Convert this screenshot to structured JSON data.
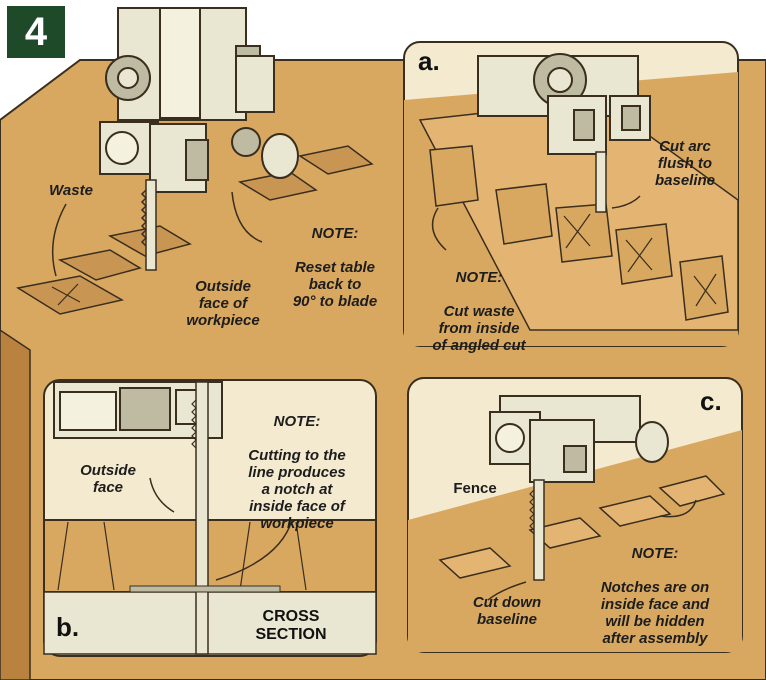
{
  "step": "4",
  "panels": {
    "a": {
      "letter": "a."
    },
    "b": {
      "letter": "b."
    },
    "c": {
      "letter": "c."
    }
  },
  "labels": {
    "waste": "Waste",
    "outside_face_workpiece": "Outside\nface of\nworkpiece",
    "reset_note_title": "NOTE:",
    "reset_note_body": "Reset table\nback to\n90° to blade",
    "cut_arc": "Cut arc\nflush to\nbaseline",
    "cut_waste_note_title": "NOTE:",
    "cut_waste_note_body": "Cut waste\nfrom inside\nof angled cut",
    "outside_face": "Outside\nface",
    "cutting_note_title": "NOTE:",
    "cutting_note_body": "Cutting to the\nline produces\na notch at\ninside face of\nworkpiece",
    "cross_section": "CROSS\nSECTION",
    "fence": "Fence",
    "notches_note_title": "NOTE:",
    "notches_note_body": "Notches are on\ninside face and\nwill be hidden\nafter assembly",
    "cut_down_baseline": "Cut down\nbaseline"
  },
  "colors": {
    "wood": "#d9a860",
    "wood_dark": "#b9823f",
    "wood_light": "#ecc88a",
    "metal": "#e9e6d2",
    "metal_shadow": "#bfbba3",
    "badge": "#1f4a2a",
    "panel_bg": "#f3ead0",
    "outline": "#3a2e1e"
  }
}
